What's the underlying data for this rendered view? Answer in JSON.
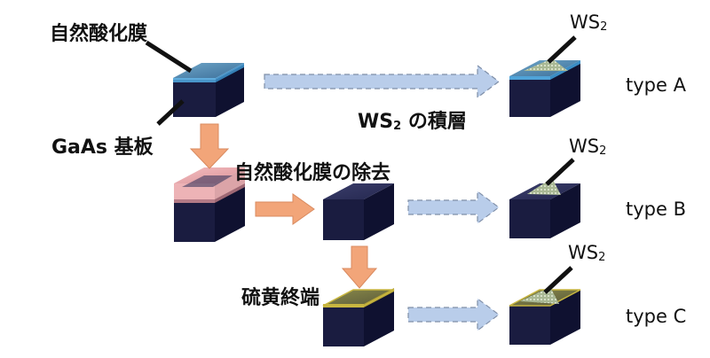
{
  "labels": {
    "native_oxide": "自然酸化膜",
    "gaas_substrate": "GaAs 基板",
    "oxide_removal": "自然酸化膜の除去",
    "sulfur_termination": "硫黄終端",
    "ws2_stacking": "の積層"
  },
  "ws2": {
    "base": "WS",
    "sub": "2"
  },
  "types": {
    "a": "type A",
    "b": "type B",
    "c": "type C"
  },
  "colors": {
    "substrate": "#1d1f45",
    "oxide_layer": "#4fa3d8",
    "etched_oxide": "#e08a90",
    "sulfur_layer": "#c8b640",
    "process_arrow": "#f2a579",
    "stack_arrow": "#b9cdea",
    "ws2_flake": "#b8c6a4"
  }
}
